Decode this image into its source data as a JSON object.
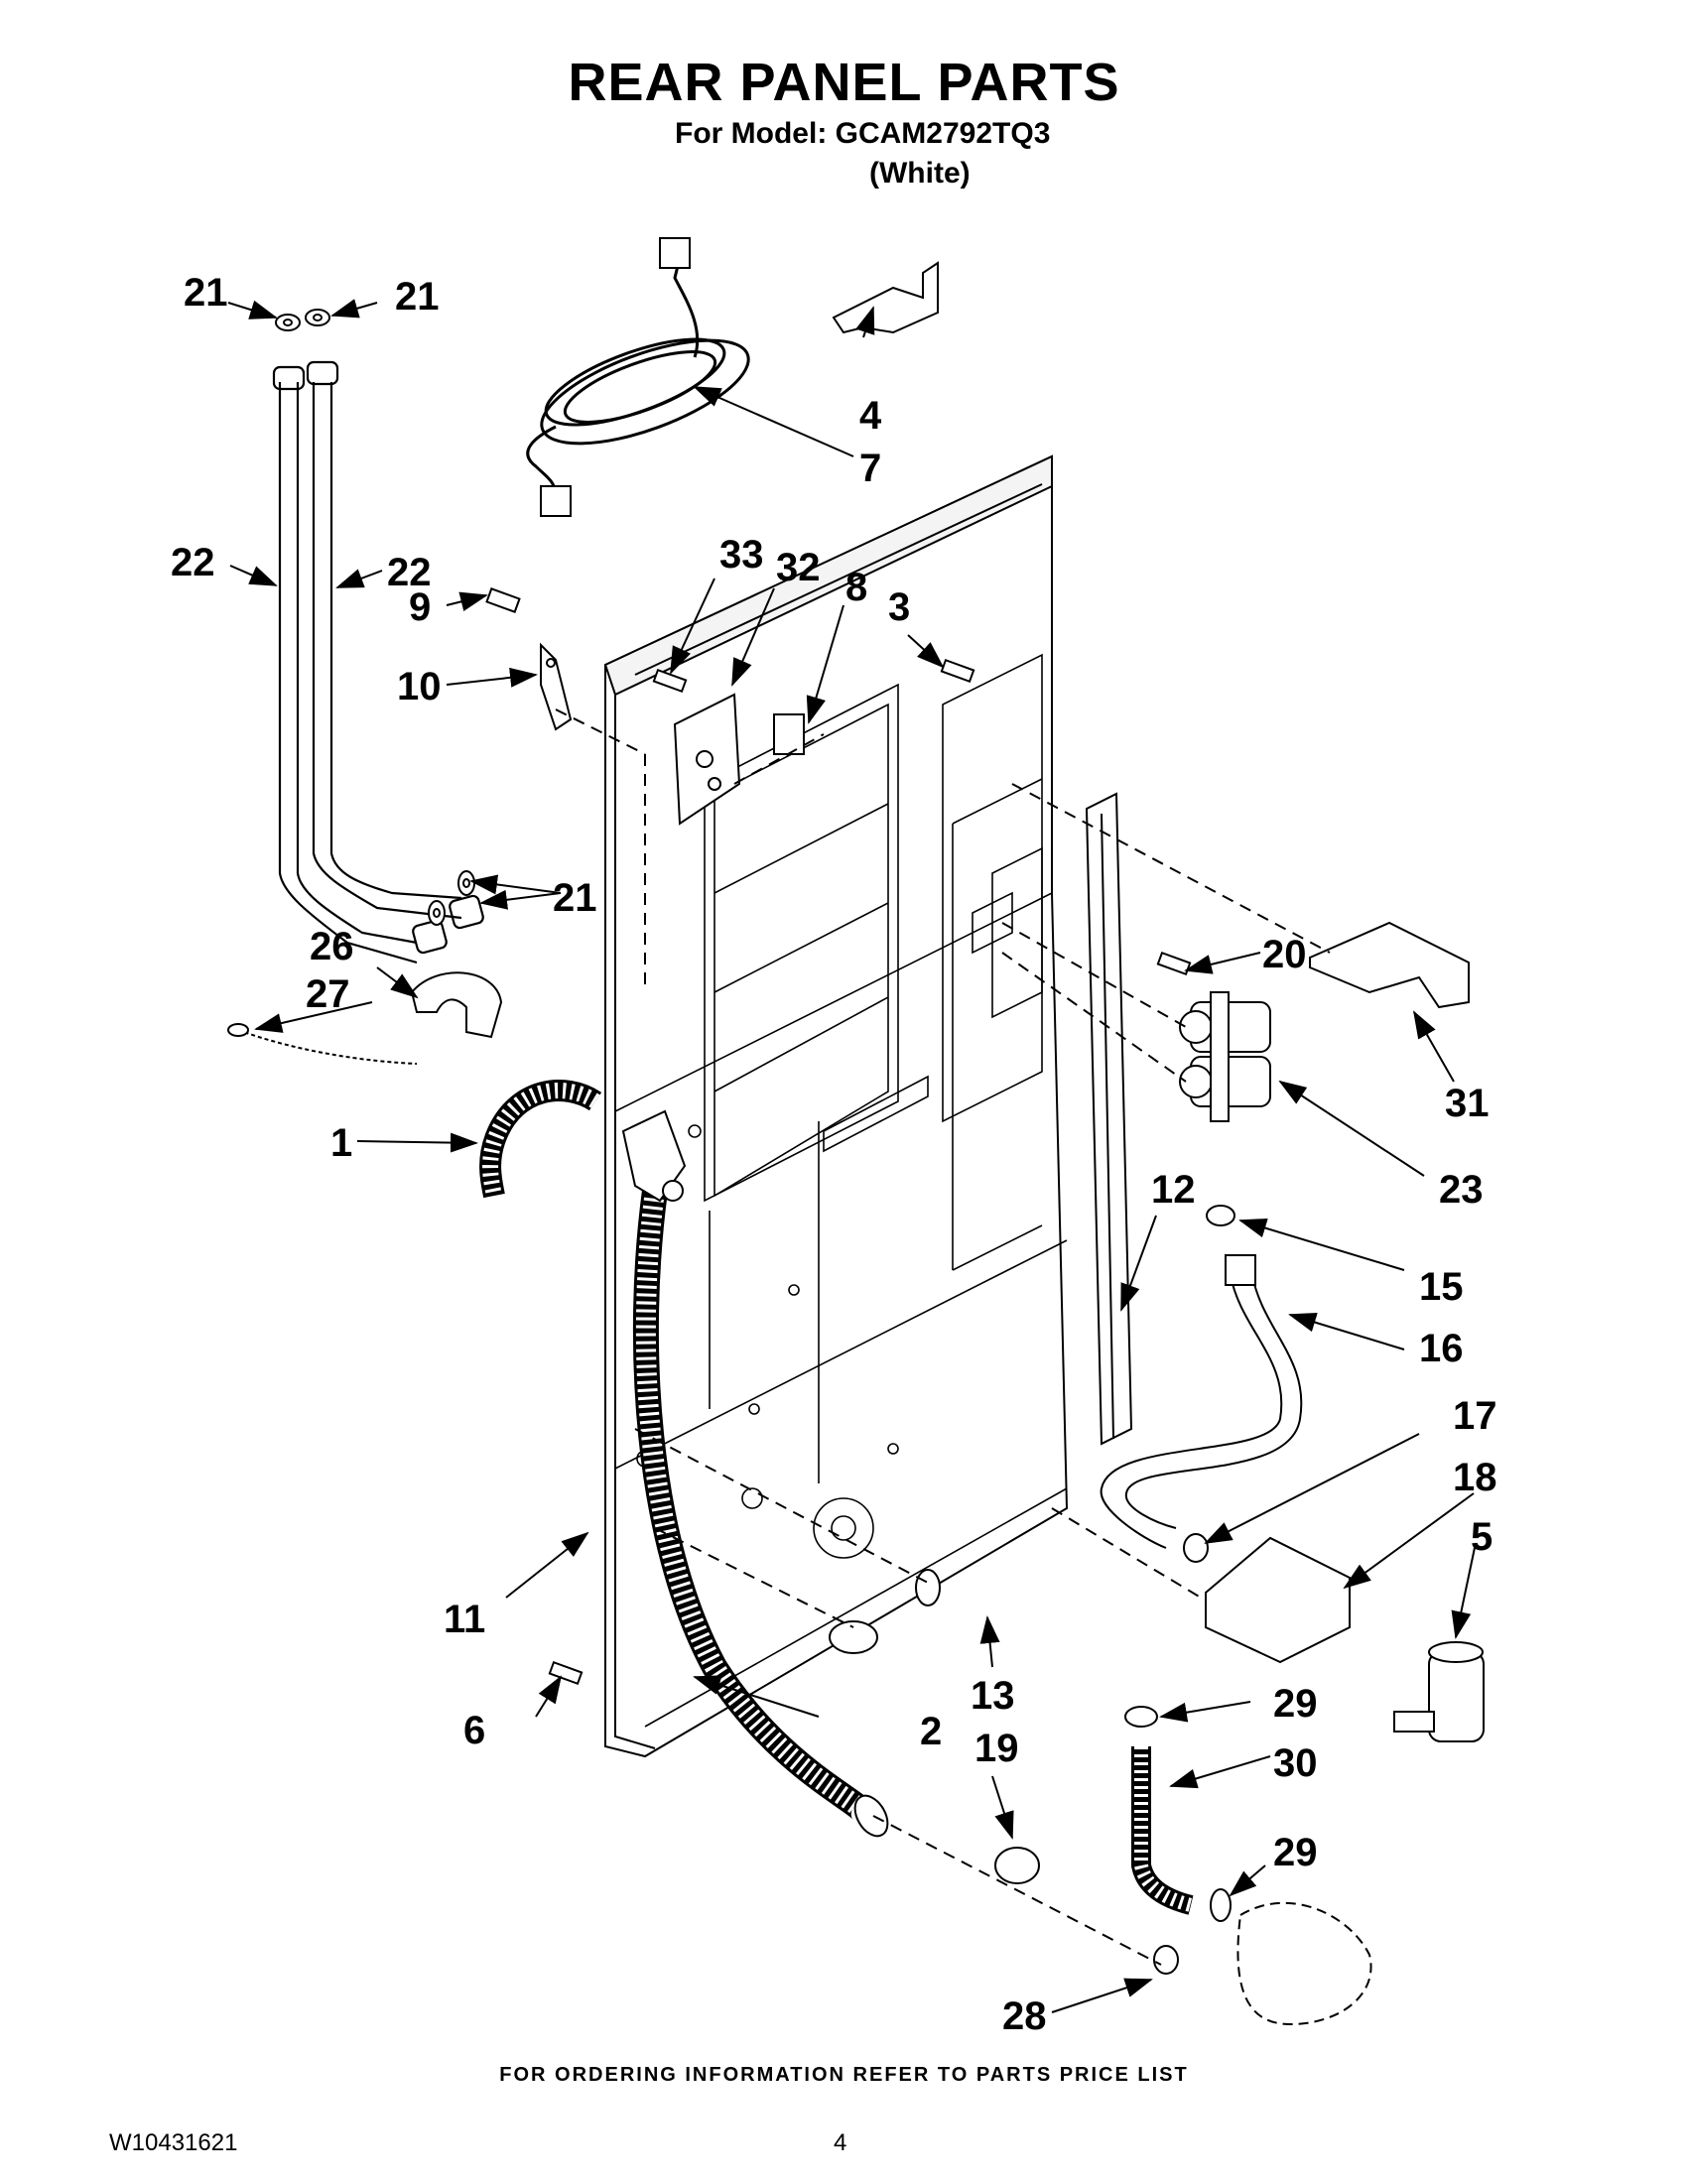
{
  "header": {
    "title": "REAR PANEL PARTS",
    "model": "For Model: GCAM2792TQ3",
    "color": "(White)"
  },
  "callouts": {
    "c1": "1",
    "c2": "2",
    "c3": "3",
    "c4": "4",
    "c5": "5",
    "c6": "6",
    "c7": "7",
    "c8": "8",
    "c9": "9",
    "c10": "10",
    "c11": "11",
    "c12": "12",
    "c13": "13",
    "c15": "15",
    "c16": "16",
    "c17": "17",
    "c18": "18",
    "c19": "19",
    "c20": "20",
    "c21": "21",
    "c22": "22",
    "c23": "23",
    "c26": "26",
    "c27": "27",
    "c28": "28",
    "c29": "29",
    "c30": "30",
    "c31": "31",
    "c32": "32",
    "c33": "33"
  },
  "footer": {
    "note": "FOR ORDERING INFORMATION REFER TO PARTS PRICE LIST",
    "doc_number": "W10431621",
    "page": "4"
  }
}
